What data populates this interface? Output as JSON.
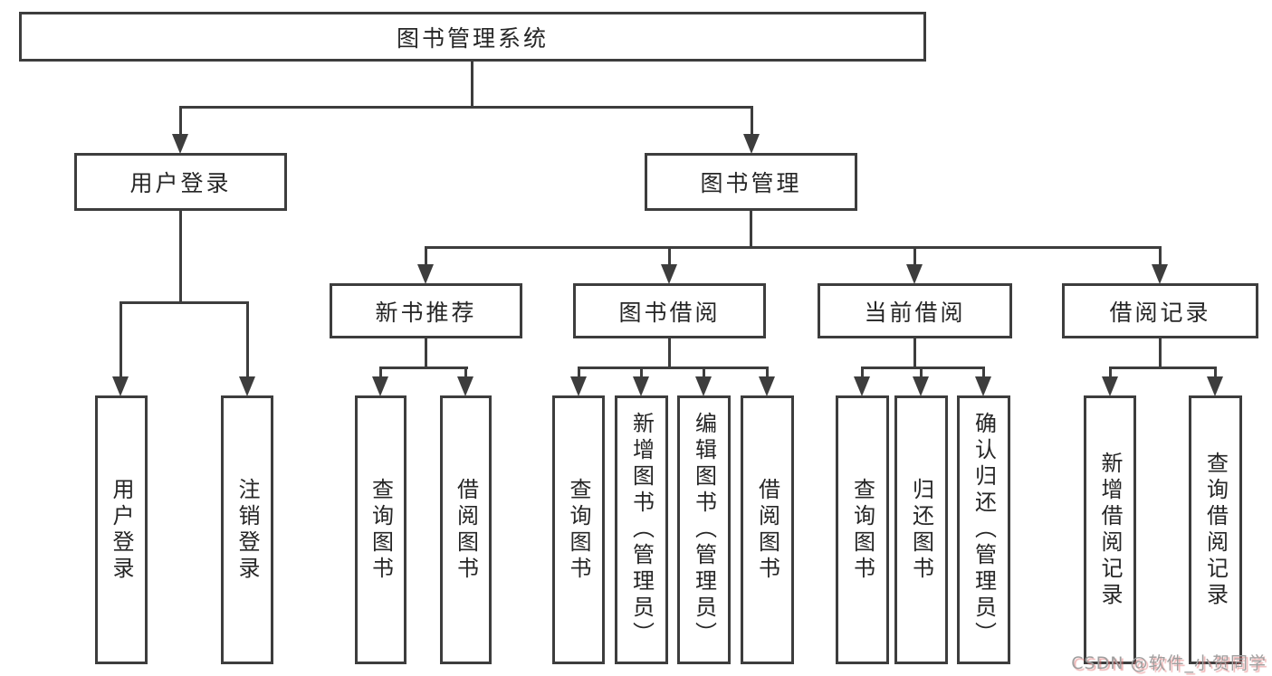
{
  "diagram": {
    "root": {
      "label": "图书管理系统"
    },
    "branches": [
      {
        "label": "用户登录",
        "children": [
          {
            "label": "用户登录"
          },
          {
            "label": "注销登录"
          }
        ]
      },
      {
        "label": "图书管理",
        "children": [
          {
            "label": "新书推荐",
            "children": [
              {
                "label": "查询图书"
              },
              {
                "label": "借阅图书"
              }
            ]
          },
          {
            "label": "图书借阅",
            "children": [
              {
                "label": "查询图书"
              },
              {
                "label": "新增图书（管理员）"
              },
              {
                "label": "编辑图书（管理员）"
              },
              {
                "label": "借阅图书"
              }
            ]
          },
          {
            "label": "当前借阅",
            "children": [
              {
                "label": "查询图书"
              },
              {
                "label": "归还图书"
              },
              {
                "label": "确认归还（管理员）"
              }
            ]
          },
          {
            "label": "借阅记录",
            "children": [
              {
                "label": "新增借阅记录"
              },
              {
                "label": "查询借阅记录"
              }
            ]
          }
        ]
      }
    ]
  },
  "watermark": {
    "text": "CSDN @软件_小贺同学"
  },
  "colors": {
    "line": "#3d3d3d",
    "box_border": "#3d3d3d",
    "text": "#262626",
    "watermark": "#9f9f9f"
  }
}
